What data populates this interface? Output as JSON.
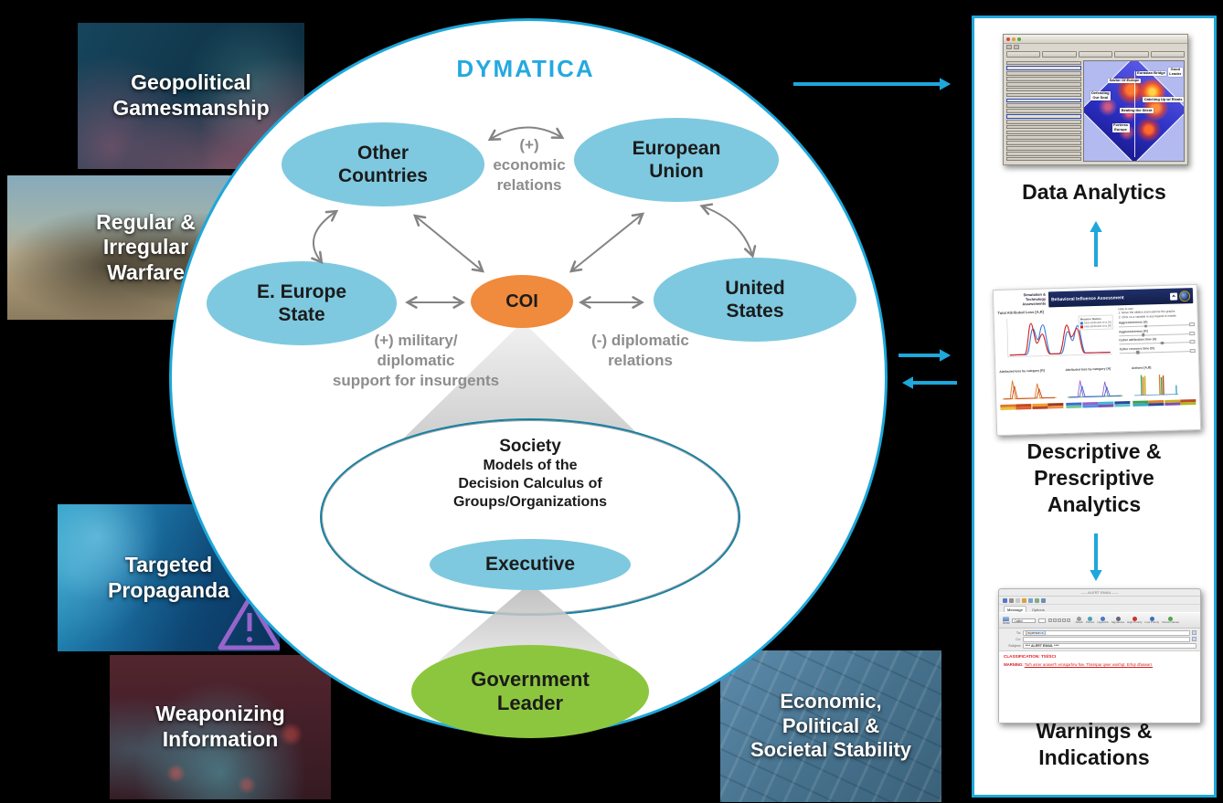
{
  "accent": "#1ea7da",
  "title": "DYMATICA",
  "threat_tiles": [
    {
      "label": "Geopolitical\nGamesmanship"
    },
    {
      "label": "Regular &\nIrregular\nWarfare"
    },
    {
      "label": "Targeted\nPropaganda"
    },
    {
      "label": "Weaponizing\nInformation"
    },
    {
      "label": "Economic,\nPolitical &\nSocietal Stability"
    }
  ],
  "diagram": {
    "nodes": {
      "other_countries": "Other\nCountries",
      "european_union": "European\nUnion",
      "e_europe_state": "E. Europe\nState",
      "coi": "COI",
      "united_states": "United\nStates",
      "executive": "Executive",
      "government_leader": "Government\nLeader"
    },
    "society": {
      "title": "Society",
      "subtitle": "Models of the\nDecision Calculus of\nGroups/Organizations"
    },
    "relations": {
      "economic": "(+)\neconomic\nrelations",
      "military": "(+) military/\ndiplomatic\nsupport for insurgents",
      "diplomatic": "(-) diplomatic\nrelations"
    },
    "node_colors": {
      "state": "#7ec9e0",
      "coi": "#f08a3c",
      "leader": "#8cc63e"
    }
  },
  "pipeline": {
    "data_analytics_label": "Data Analytics",
    "descriptive_label": "Descriptive &\nPrescriptive\nAnalytics",
    "warnings_label": "Warnings &\nIndications",
    "analytics_window": {
      "plot_labels": [
        "Savior Of Europe",
        "Eurasian Bridge",
        "Good\nLeader",
        "Defending\nOur Soul",
        "Catching Up w/ Rivals",
        "Beating the Silent",
        "Fortress\nEurope"
      ]
    },
    "dashboard": {
      "org": "Simulation &\nTechnology\nAssessments",
      "title": "Behavioral Influence Assessment",
      "chart_title": "Total Attributed Loss [A,R]",
      "legend_title": "Measure Names",
      "legend_entries": [
        "total attributed loss [A]",
        "total attributed loss [R]"
      ],
      "chart2_title": "Attributed loss by category [R]",
      "chart3_title": "Attributed loss by category [A]",
      "chart4_title": "Actions [A,R]",
      "howto": "How to use:\n1. Move the sliders and examine the graphs\n2. Click on a variable in any legend to isolate",
      "sliders": [
        "Aggressiveness (A)",
        "Aggressiveness (R)",
        "Cyber attribution time (A)",
        "Cyber recovery time (R)"
      ]
    },
    "email": {
      "window_title": "----- ALERT EMAIL -----",
      "tabs": [
        "Message",
        "Options"
      ],
      "send_label": "Send",
      "font_name": "Calibri",
      "toolbar": [
        "Attach",
        "Picture",
        "Hyperlink",
        "Signatures",
        "High Priority",
        "Low Priority",
        "Check Names"
      ],
      "to_label": "To:",
      "cc_label": "Cc:",
      "subject_label": "Subject:",
      "to_value": "person a",
      "subject_value": "**** ALERT EMAIL ****",
      "classification": "CLASSIFICATION: TS//SCI",
      "warning_prefix": "WARNING:",
      "warning_text": "Torh asrer araswr'h erosqarhrw fsw.  Thosspar qwer  woirhqt.  Erhqr dfaswarr."
    }
  }
}
